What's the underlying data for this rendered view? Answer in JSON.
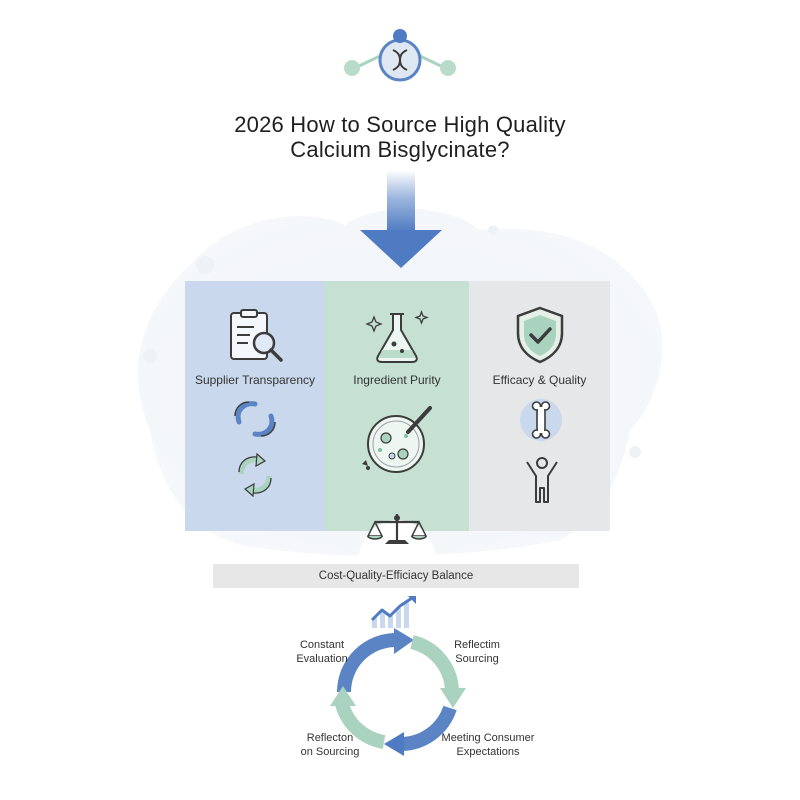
{
  "title": {
    "line1": "2026 How to Source High Quality",
    "line2": "Calcium Bisglycinate?"
  },
  "panels": [
    {
      "label": "Supplier Transparency",
      "color": "#c9d8ec"
    },
    {
      "label": "Ingredient Purity",
      "color": "#c6e0d3"
    },
    {
      "label": "Efficacy & Quality",
      "color": "#e6e7e8"
    }
  ],
  "balance": {
    "label": "Cost-Quality-Efficiacy Balance"
  },
  "cycle": {
    "top_left": [
      "Constant",
      "Evaluation"
    ],
    "top_right": [
      "Reflectim",
      "Sourcing"
    ],
    "bottom_left": [
      "Reflecton",
      "on Sourcing"
    ],
    "bottom_right": [
      "Meeting Consumer",
      "Expectations"
    ]
  },
  "colors": {
    "blue": "#5b84c4",
    "green": "#a9d2bf",
    "dark": "#3c3c3c"
  },
  "icons": [
    "dna-node-icon",
    "arrow-down-icon",
    "clipboard-magnifier-icon",
    "flask-icon",
    "shield-check-icon",
    "sync-icon",
    "recycle-icon",
    "petri-dish-icon",
    "bone-icon",
    "person-icon",
    "scale-icon",
    "trend-chart-icon"
  ]
}
